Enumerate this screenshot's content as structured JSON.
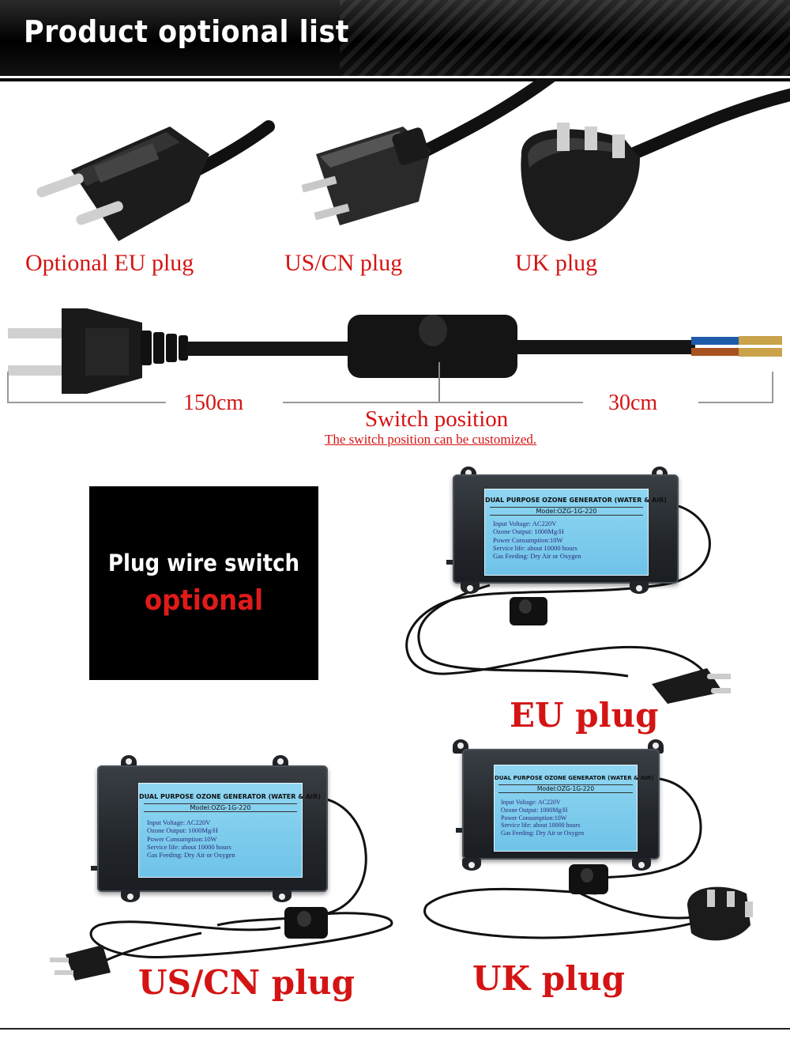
{
  "header": {
    "title": "Product optional list"
  },
  "plugs_row": {
    "eu_label": "Optional  EU plug",
    "us_label": "US/CN plug",
    "uk_label": "UK plug"
  },
  "switch_cable": {
    "length_main": "150cm",
    "length_tail": "30cm",
    "position_label": "Switch position",
    "customize_note": "The switch position can be customized."
  },
  "optional_box": {
    "line1": "Plug wire switch",
    "line2": "optional"
  },
  "generator": {
    "title": "DUAL PURPOSE OZONE GENERATOR (WATER & AIR)",
    "model": "Model:OZG-1G-220",
    "specs": [
      "Input Voltage: AC220V",
      "Ozone Output: 1000Mg/H",
      "Power Consumption:10W",
      "Service life: about 10000 hours",
      "Gas Feeding: Dry Air or Oxygen"
    ]
  },
  "variants": {
    "eu": "EU plug",
    "us": "US/CN plug",
    "uk": "UK plug"
  },
  "colors": {
    "accent_red": "#d41414",
    "label_blue": "#7ccdee",
    "banner_black": "#000000"
  }
}
